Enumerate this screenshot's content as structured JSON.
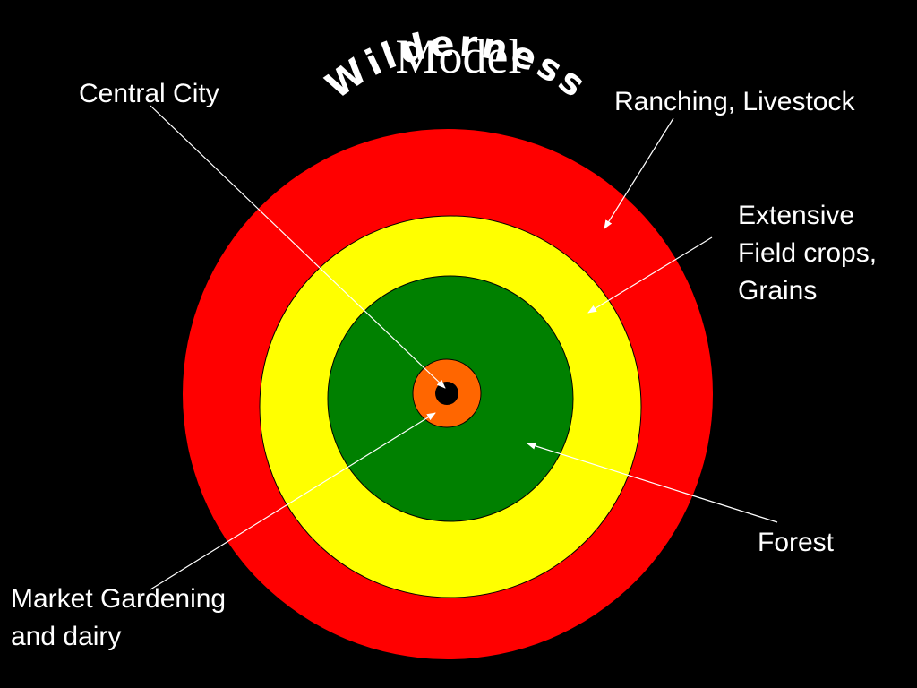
{
  "slide": {
    "title": "Model",
    "arc_label": "Wilderness"
  },
  "labels": {
    "central_city": "Central City",
    "ranching": "Ranching, Livestock",
    "extensive": [
      "Extensive",
      "Field crops,",
      "Grains"
    ],
    "forest": "Forest",
    "market": [
      "Market Gardening",
      "and dairy"
    ]
  },
  "zones": [
    {
      "name": "Ranching, Livestock",
      "color": "#ff0000"
    },
    {
      "name": "Extensive Field crops, Grains",
      "color": "#ffff00"
    },
    {
      "name": "Forest",
      "color": "#008000"
    },
    {
      "name": "Market Gardening and dairy",
      "color": "#ff6600"
    },
    {
      "name": "Central City",
      "color": "#000000"
    }
  ],
  "colors": {
    "background": "#000000",
    "text": "#ffffff",
    "arrow": "#ffffff"
  }
}
